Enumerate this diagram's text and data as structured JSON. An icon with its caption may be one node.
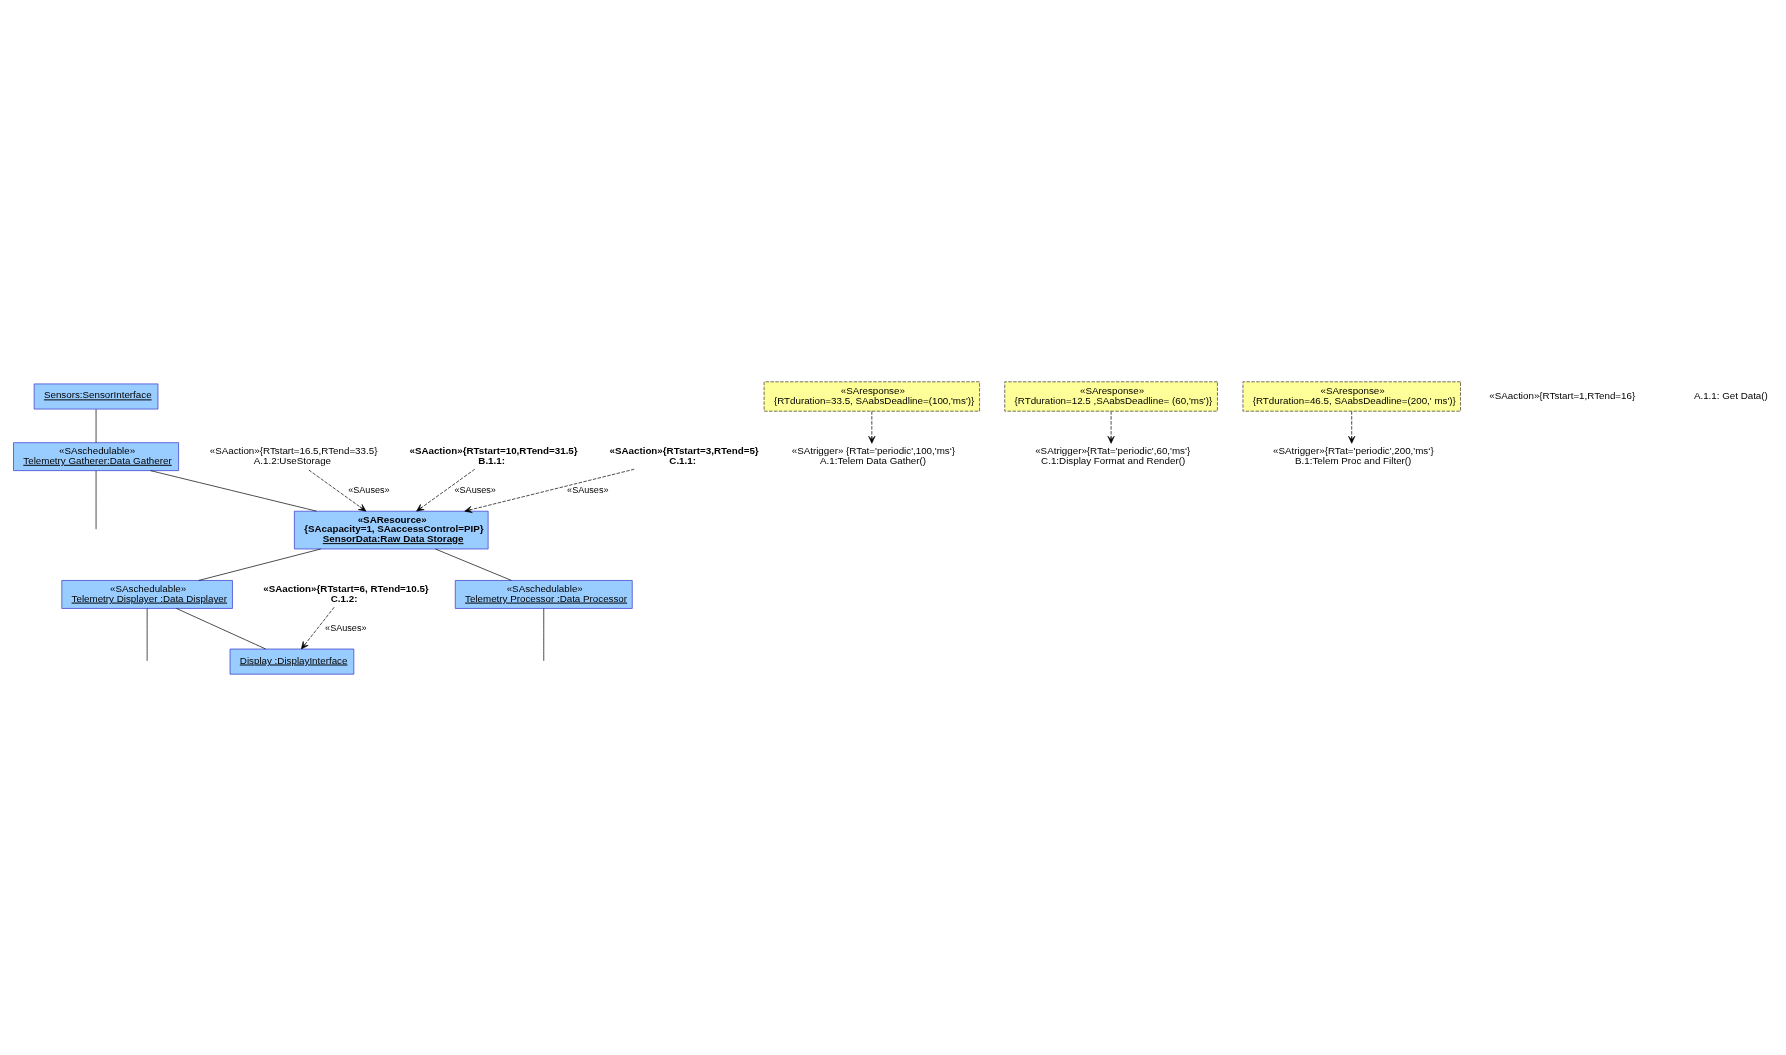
{
  "diagram": {
    "nodes": [
      {
        "text": [
          "Sensors:SensorInterface"
        ]
      },
      {
        "text": [
          "«SAschedulable»",
          "Telemetry Gatherer:Data Gatherer"
        ]
      },
      {
        "text": [
          "«SAtrigger» {RTat='periodic',100,'ms‘}",
          "A.1:Telem Data Gather()"
        ]
      },
      {
        "text": [
          "«SAaction»{RTstart=16.5,RTend=33.5}",
          "A.1.2:UseStorage"
        ]
      },
      {
        "text": [
          "«SAResource»",
          "{SAcapacity=1, SAaccessControl=PIP}",
          "SensorData:Raw Data Storage"
        ]
      },
      {
        "text": [
          "«SAresponse»",
          "{RTduration=33.5, SAabsDeadline=(100,'ms')}"
        ]
      },
      {
        "text": [
          "«SAtrigger»{RTat='periodic',60,'ms‘}",
          "C.1:Display Format and Render()"
        ]
      },
      {
        "text": [
          "«SAaction»{RTstart=10,RTend=31.5}",
          "B.1.1:"
        ]
      },
      {
        "text": [
          "«SAschedulable»",
          "Telemetry Displayer :Data Displayer"
        ]
      },
      {
        "text": [
          "«SAaction»{RTstart=3,RTend=5}",
          "C.1.1:"
        ]
      },
      {
        "text": [
          "«SAschedulable»",
          "Telemetry Processor :Data Processor"
        ]
      },
      {
        "text": [
          "«SAresponse»",
          "{RTduration=46.5, SAabsDeadline=(200,' ms')}"
        ]
      },
      {
        "text": [
          "«SAaction»{RTstart=6, RTend=10.5}",
          "C.1.2:"
        ]
      },
      {
        "text": [
          "«SAtrigger»{RTat='periodic',200,'ms‘}",
          "B.1:Telem Proc and Filter()"
        ]
      },
      {
        "text": [
          "«SAresponse»",
          "{RTduration=12.5 ,SAabsDeadline= (60,'ms')}"
        ]
      },
      {
        "text": [
          "Display :DisplayInterface"
        ]
      }
    ],
    "edges": [
      {
        "from": 0,
        "to": 1,
        "arrow": "none"
      },
      {
        "from": 1,
        "to": null,
        "arrow": "none"
      },
      {
        "from": 1,
        "to": 4,
        "arrow": "none"
      },
      {
        "from": 5,
        "to": 2,
        "arrow": "to",
        "style": "dashed"
      },
      {
        "from": 3,
        "to": 4,
        "arrow": "to",
        "style": "dashed",
        "label": "«SAuses»"
      },
      {
        "from": 4,
        "to": 8,
        "arrow": "none"
      },
      {
        "from": 4,
        "to": 10,
        "arrow": "none"
      },
      {
        "from": 7,
        "to": 4,
        "arrow": "to",
        "style": "dashed",
        "label": "«SAuses»"
      },
      {
        "from": 9,
        "to": 4,
        "arrow": "to",
        "style": "dashed",
        "label": "«SAuses»"
      },
      {
        "from": 14,
        "to": 6,
        "arrow": "to",
        "style": "dashed"
      },
      {
        "from": 8,
        "to": null,
        "arrow": "none"
      },
      {
        "from": 8,
        "to": 15,
        "arrow": "none"
      },
      {
        "from": 12,
        "to": 15,
        "arrow": "to",
        "style": "dashed",
        "label": "«SAuses»"
      },
      {
        "from": 11,
        "to": 13,
        "arrow": "to",
        "style": "dashed"
      },
      {
        "from": 10,
        "to": null,
        "arrow": "none"
      }
    ],
    "labels": [
      "«SAaction»{RTstart=1,RTend=16}",
      "A.1.1: Get Data()"
    ]
  }
}
